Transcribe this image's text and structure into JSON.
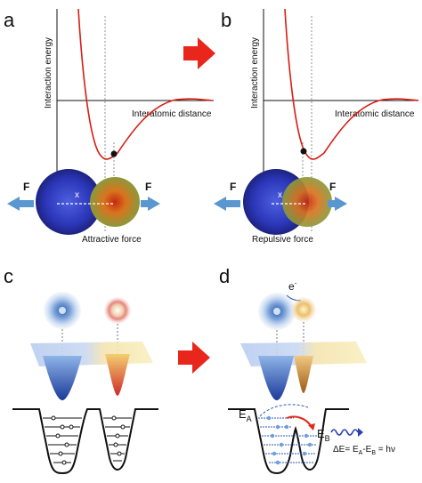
{
  "panels": {
    "a": {
      "label": "a",
      "ylabel": "Interaction energy",
      "xlabel": "Interatomic distance",
      "force_left": "F",
      "force_right": "F",
      "distance": "x",
      "caption": "Attractive force"
    },
    "b": {
      "label": "b",
      "ylabel": "Interaction energy",
      "xlabel": "Interatomic distance",
      "force_left": "F",
      "force_right": "F",
      "distance": "x",
      "caption": "Repulsive force"
    },
    "c": {
      "label": "c"
    },
    "d": {
      "label": "d",
      "electron": "e",
      "electron_sup": "-",
      "energy_a": "E",
      "energy_a_sub": "A",
      "energy_b": "E",
      "energy_b_sub": "B",
      "equation": "ΔE= E",
      "equation_sub_a": "A",
      "equation_mid": "-E",
      "equation_sub_b": "B",
      "equation_end": " = hν"
    }
  },
  "colors": {
    "curve": "#d81c10",
    "arrow": "#e8261c",
    "atom_blue": "#2a3fb5",
    "atom_orange": "#d4601c",
    "force_arrow": "#5a96d0"
  }
}
